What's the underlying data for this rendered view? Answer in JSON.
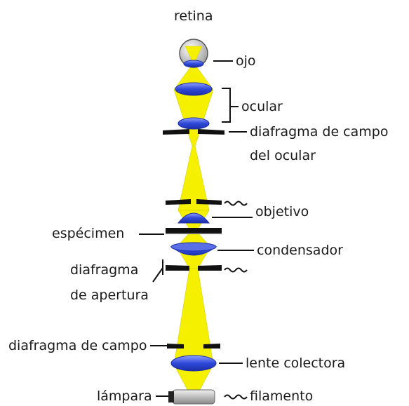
{
  "labels": {
    "retina": "retina",
    "ojo": "ojo",
    "ocular": "ocular",
    "diafragma_campo_ocular_1": "diafragma de campo",
    "diafragma_campo_ocular_2": "del ocular",
    "objetivo": "objetivo",
    "especimen": "espécimen",
    "condensador": "condensador",
    "diafragma_apertura_1": "diafragma",
    "diafragma_apertura_2": "de apertura",
    "diafragma_campo": "diafragma de campo",
    "lente_colectora": "lente colectora",
    "lampara": "lámpara",
    "filamento": "filamento"
  },
  "colors": {
    "light_beam": "#f5f000",
    "lens": "#2f48d8",
    "lens_highlight": "#8fa0ff",
    "diaphragm": "#111111",
    "label_text": "#1a1a1a"
  }
}
